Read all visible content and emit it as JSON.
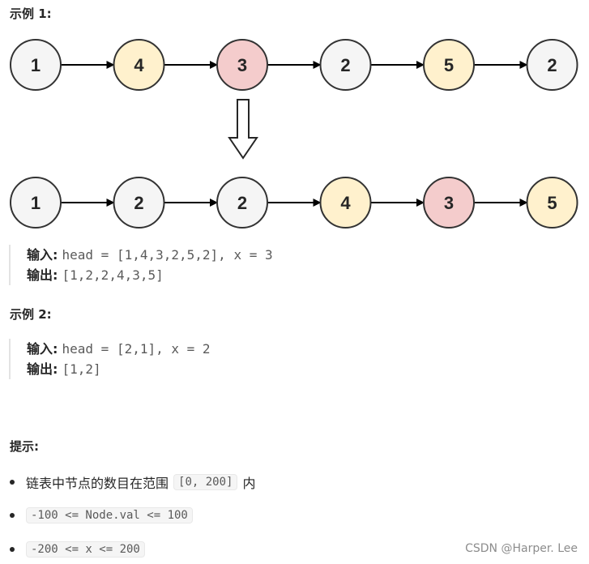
{
  "example1": {
    "title": "示例 1:",
    "before_nodes": [
      {
        "value": "1",
        "color": "#f5f5f5"
      },
      {
        "value": "4",
        "color": "#fff1cd"
      },
      {
        "value": "3",
        "color": "#f4cccc"
      },
      {
        "value": "2",
        "color": "#f5f5f5"
      },
      {
        "value": "5",
        "color": "#fff1cd"
      },
      {
        "value": "2",
        "color": "#f5f5f5"
      }
    ],
    "after_nodes": [
      {
        "value": "1",
        "color": "#f5f5f5"
      },
      {
        "value": "2",
        "color": "#f5f5f5"
      },
      {
        "value": "2",
        "color": "#f5f5f5"
      },
      {
        "value": "4",
        "color": "#fff1cd"
      },
      {
        "value": "3",
        "color": "#f4cccc"
      },
      {
        "value": "5",
        "color": "#fff1cd"
      }
    ],
    "input_label": "输入",
    "input_value": "head = [1,4,3,2,5,2], x = 3",
    "output_label": "输出",
    "output_value": "[1,2,2,4,3,5]"
  },
  "example2": {
    "title": "示例 2:",
    "input_label": "输入",
    "input_value": "head = [2,1], x = 2",
    "output_label": "输出",
    "output_value": "[1,2]"
  },
  "hints": {
    "title": "提示:",
    "item1_prefix": "链表中节点的数目在范围",
    "item1_code": "[0, 200]",
    "item1_suffix": "内",
    "item2_code": "-100 <= Node.val <= 100",
    "item3_code": "-200 <= x <= 200"
  },
  "colors": {
    "gray_node": "#f5f5f5",
    "yellow_node": "#fff1cd",
    "red_node": "#f4cccc",
    "node_stroke": "#333333"
  },
  "watermark": "CSDN @Harper. Lee"
}
